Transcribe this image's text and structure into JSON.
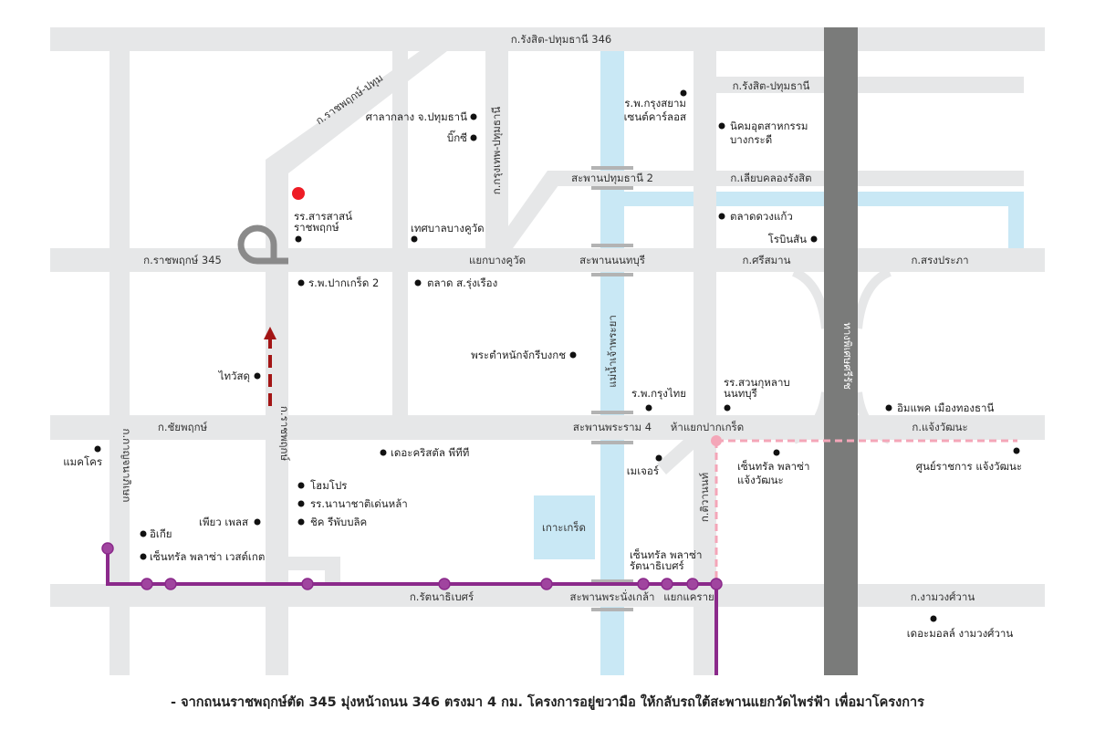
{
  "colors": {
    "road": "#e6e7e8",
    "river": "#c9e8f5",
    "expressway": "#7a7b7a",
    "purple_line": "#8b2a8b",
    "pink_line": "#f4a6b8",
    "arrow": "#a31515",
    "project": "#ee1c25"
  },
  "roads": {
    "top": "ก.รังสิต-ปทุมธานี 346",
    "rangsit_pathum": "ก.รังสิต-ปทุมธานี",
    "ratchaphruek_pathum": "ก.ราชพฤกษ์-ปทุม",
    "bangkok_pathum": "ก.กรุงเทพ-ปทุมธานี",
    "liap_khlong": "ก.เลียบคลองรังสิต",
    "ratchaphruek_345": "ก.ราชพฤกษ์ 345",
    "bang_khu_wat": "แยกบางคูวัด",
    "sri_saman": "ก.ศรีสมาน",
    "song_prapha": "ก.สรงประภา",
    "river": "แม่น้ำเจ้าพระยา",
    "expressway": "ทางพิเศษศรีรัช",
    "kanchanaphisek": "ก.กาญจนาภิเษก",
    "ratchaphruek": "ก.ราชพฤกษ์",
    "chaiyaphruek": "ก.ชัยพฤกษ์",
    "pak_kret_junction": "ห้าแยกปากเกร็ด",
    "chaeng_watthana": "ก.แจ้งวัฒนะ",
    "tiwanon": "ก.ติวานนท์",
    "rattanathibet": "ก.รัตนาธิเบศร์",
    "khae_rai": "แยกแคราย",
    "ngamwongwan": "ก.งามวงศ์วาน"
  },
  "bridges": {
    "pathum2": "สะพานปทุมธานี 2",
    "nonthaburi": "สะพานนนทบุรี",
    "rama4": "สะพานพระราม 4",
    "phra_nang_klao": "สะพานพระนั่งเกล้า"
  },
  "island": "เกาะเกร็ด",
  "places": {
    "krungsiam": [
      "ร.พ.กรุงสยาม",
      "เซนต์คาร์ลอส"
    ],
    "industrial": [
      "นิคมอุตสาหกรรม",
      "บางกระดี"
    ],
    "city_hall": "ศาลากลาง จ.ปทุมธานี",
    "bigc": "บิ๊กซี",
    "school_sarasas": [
      "รร.สารสาสน์",
      "ราชพฤกษ์"
    ],
    "municipality": "เทศบาลบางคูวัด",
    "market_duangkaew": "ตลาดดวงแก้ว",
    "robinson": "โรบินสัน",
    "hosp_pakkret2": "ร.พ.ปากเกร็ด 2",
    "market_rungrueang": "ตลาด ส.รุ่งเรือง",
    "palace": "พระตำหนักจักรีบงกช",
    "thaiwatsadu": "ไทวัสดุ",
    "hosp_krungthai": "ร.พ.กรุงไทย",
    "school_suankularb": [
      "รร.สวนกุหลาบ",
      "นนทบุรี"
    ],
    "impact": "อิมแพค เมืองทองธานี",
    "makro": "แมคโคร",
    "crystal": "เดอะคริสตัล พีทีที",
    "major": "เมเจอร์",
    "central_chaeng": [
      "เซ็นทรัล พลาซ่า",
      "แจ้งวัฒนะ"
    ],
    "govt_center": "ศูนย์ราชการ แจ้งวัฒนะ",
    "homepro": "โฮมโปร",
    "intl_school": "รร.นานาชาติเด่นหล้า",
    "chic": "ชิค รีพับบลิค",
    "pure_place": "เพียว เพลส",
    "ikea": "อิเกีย",
    "central_westgate": "เซ็นทรัล พลาซ่า เวสต์เกต",
    "central_rattana": [
      "เซ็นทรัล พลาซ่า",
      "รัตนาธิเบศร์"
    ],
    "mall_ngam": "เดอะมอลล์ งามวงศ์วาน"
  },
  "caption": "- จากถนนราชพฤกษ์ตัด 345 มุ่งหน้าถนน 346 ตรงมา 4 กม. โครงการอยู่ขวามือ ให้กลับรถใต้สะพานแยกวัดไพร่ฟ้า เพื่อมาโครงการ"
}
